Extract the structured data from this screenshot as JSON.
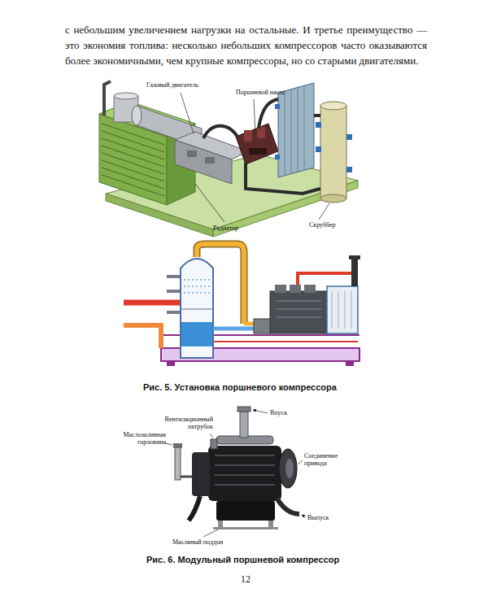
{
  "diagram": {
    "labels": [
      "с небольшим увеличением нагрузки на остальные. И третье преимущество — это экономия топлива: несколько небольших компрессоров часто оказываются более экономичными, чем крупные компрессоры, но со старыми двигателями.",
      "Газовый двигатель",
      "Поршневой насос",
      "Радиатор",
      "Скруббер",
      "Рис. 5. Установка поршневого компрессора",
      "Вентиляционный патрубок",
      "Впуск",
      "Маслозаливная горловина",
      "Соединение привода",
      "Выпуск",
      "Масляный поддон",
      "Рис. 6. Модульный поршневой компрессор",
      "12"
    ]
  }
}
